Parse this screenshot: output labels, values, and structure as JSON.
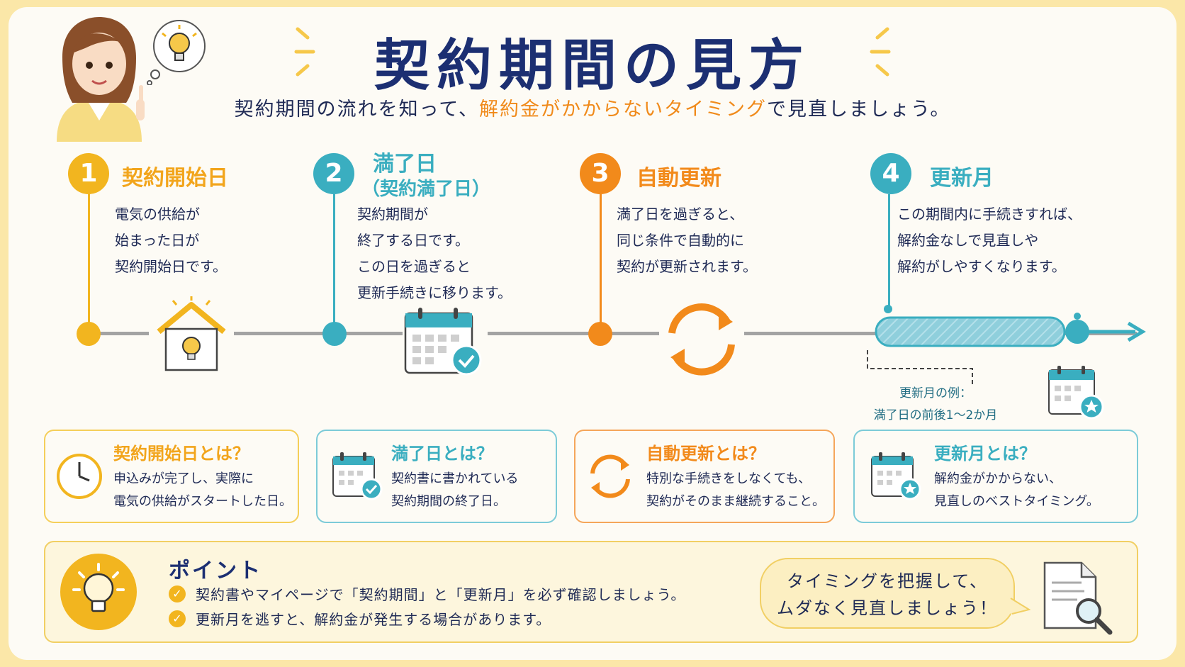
{
  "title": "契約期間の見方",
  "subtitle": {
    "before": "契約期間の流れを知って、",
    "highlight": "解約金がかからないタイミング",
    "after": "で見直しましょう。"
  },
  "colors": {
    "yellow": "#f2b51f",
    "teal": "#3aaec0",
    "orange": "#f28a1b",
    "navy": "#1c2f72"
  },
  "steps": [
    {
      "num": "1",
      "title": "契約開始日",
      "lines": [
        "電気の供給が",
        "始まった日が",
        "契約開始日です。"
      ],
      "icon": "house-bulb-icon"
    },
    {
      "num": "2",
      "title": "満了日",
      "title_sub": "（契約満了日）",
      "lines": [
        "契約期間が",
        "終了する日です。",
        "この日を過ぎると",
        "更新手続きに移ります。"
      ],
      "icon": "calendar-check-icon"
    },
    {
      "num": "3",
      "title": "自動更新",
      "lines": [
        "満了日を過ぎると、",
        "同じ条件で自動的に",
        "契約が更新されます。"
      ],
      "icon": "refresh-icon"
    },
    {
      "num": "4",
      "title": "更新月",
      "lines": [
        "この期間内に手続きすれば、",
        "解約金なしで見直しや",
        "解約がしやすくなります。"
      ],
      "icon": "calendar-star-icon"
    }
  ],
  "renewal_note": {
    "line1": "更新月の例：",
    "line2": "満了日の前後1〜2か月"
  },
  "definitions": [
    {
      "title": "契約開始日とは？",
      "lines": [
        "申込みが完了し、実際に",
        "電気の供給がスタートした日。"
      ],
      "icon": "clock-icon"
    },
    {
      "title": "満了日とは？",
      "lines": [
        "契約書に書かれている",
        "契約期間の終了日。"
      ],
      "icon": "calendar-check-icon"
    },
    {
      "title": "自動更新とは？",
      "lines": [
        "特別な手続きをしなくても、",
        "契約がそのまま継続すること。"
      ],
      "icon": "refresh-icon"
    },
    {
      "title": "更新月とは？",
      "lines": [
        "解約金がかからない、",
        "見直しのベストタイミング。"
      ],
      "icon": "calendar-star-icon"
    }
  ],
  "point": {
    "title": "ポイント",
    "items": [
      "契約書やマイページで「契約期間」と「更新月」を必ず確認しましょう。",
      "更新月を逃すと、解約金が発生する場合があります。"
    ],
    "bubble": [
      "タイミングを把握して、",
      "ムダなく見直しましょう！"
    ]
  }
}
